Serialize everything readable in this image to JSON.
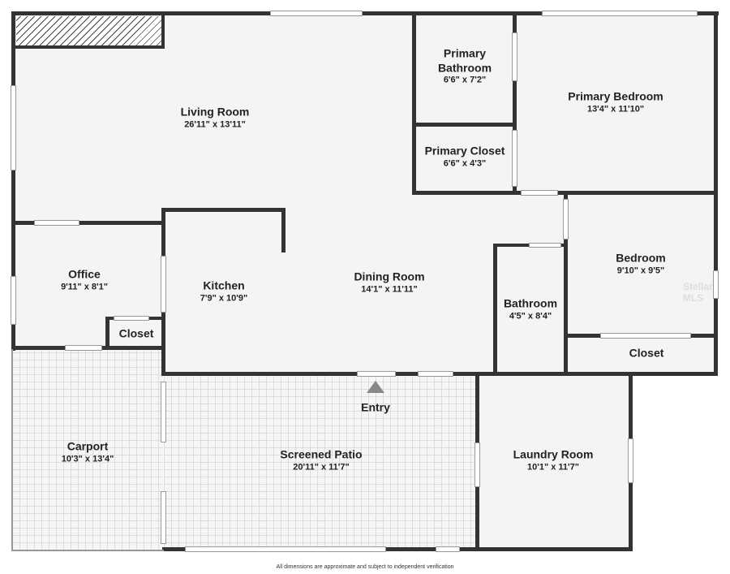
{
  "rooms": {
    "living_room": {
      "name": "Living Room",
      "dims": "26'11\" x 13'11\""
    },
    "primary_bathroom": {
      "name": "Primary Bathroom",
      "dims": "6'6\" x 7'2\""
    },
    "primary_bedroom": {
      "name": "Primary Bedroom",
      "dims": "13'4\" x 11'10\""
    },
    "primary_closet": {
      "name": "Primary Closet",
      "dims": "6'6\" x 4'3\""
    },
    "office": {
      "name": "Office",
      "dims": "9'11\" x 8'1\""
    },
    "kitchen": {
      "name": "Kitchen",
      "dims": "7'9\" x 10'9\""
    },
    "dining_room": {
      "name": "Dining Room",
      "dims": "14'1\" x 11'11\""
    },
    "bedroom": {
      "name": "Bedroom",
      "dims": "9'10\" x 9'5\""
    },
    "bathroom": {
      "name": "Bathroom",
      "dims": "4'5\" x 8'4\""
    },
    "office_closet": {
      "name": "Closet"
    },
    "bedroom_closet": {
      "name": "Closet"
    },
    "entry": {
      "name": "Entry"
    },
    "carport": {
      "name": "Carport",
      "dims": "10'3\" x 13'4\""
    },
    "screened_patio": {
      "name": "Screened Patio",
      "dims": "20'11\" x 11'7\""
    },
    "laundry_room": {
      "name": "Laundry Room",
      "dims": "10'1\" x 11'7\""
    }
  },
  "footer": "All dimensions are approximate and subject to independent verification",
  "watermark": "Stellar MLS",
  "colors": {
    "wall": "#333333",
    "floor": "#f4f4f4"
  }
}
